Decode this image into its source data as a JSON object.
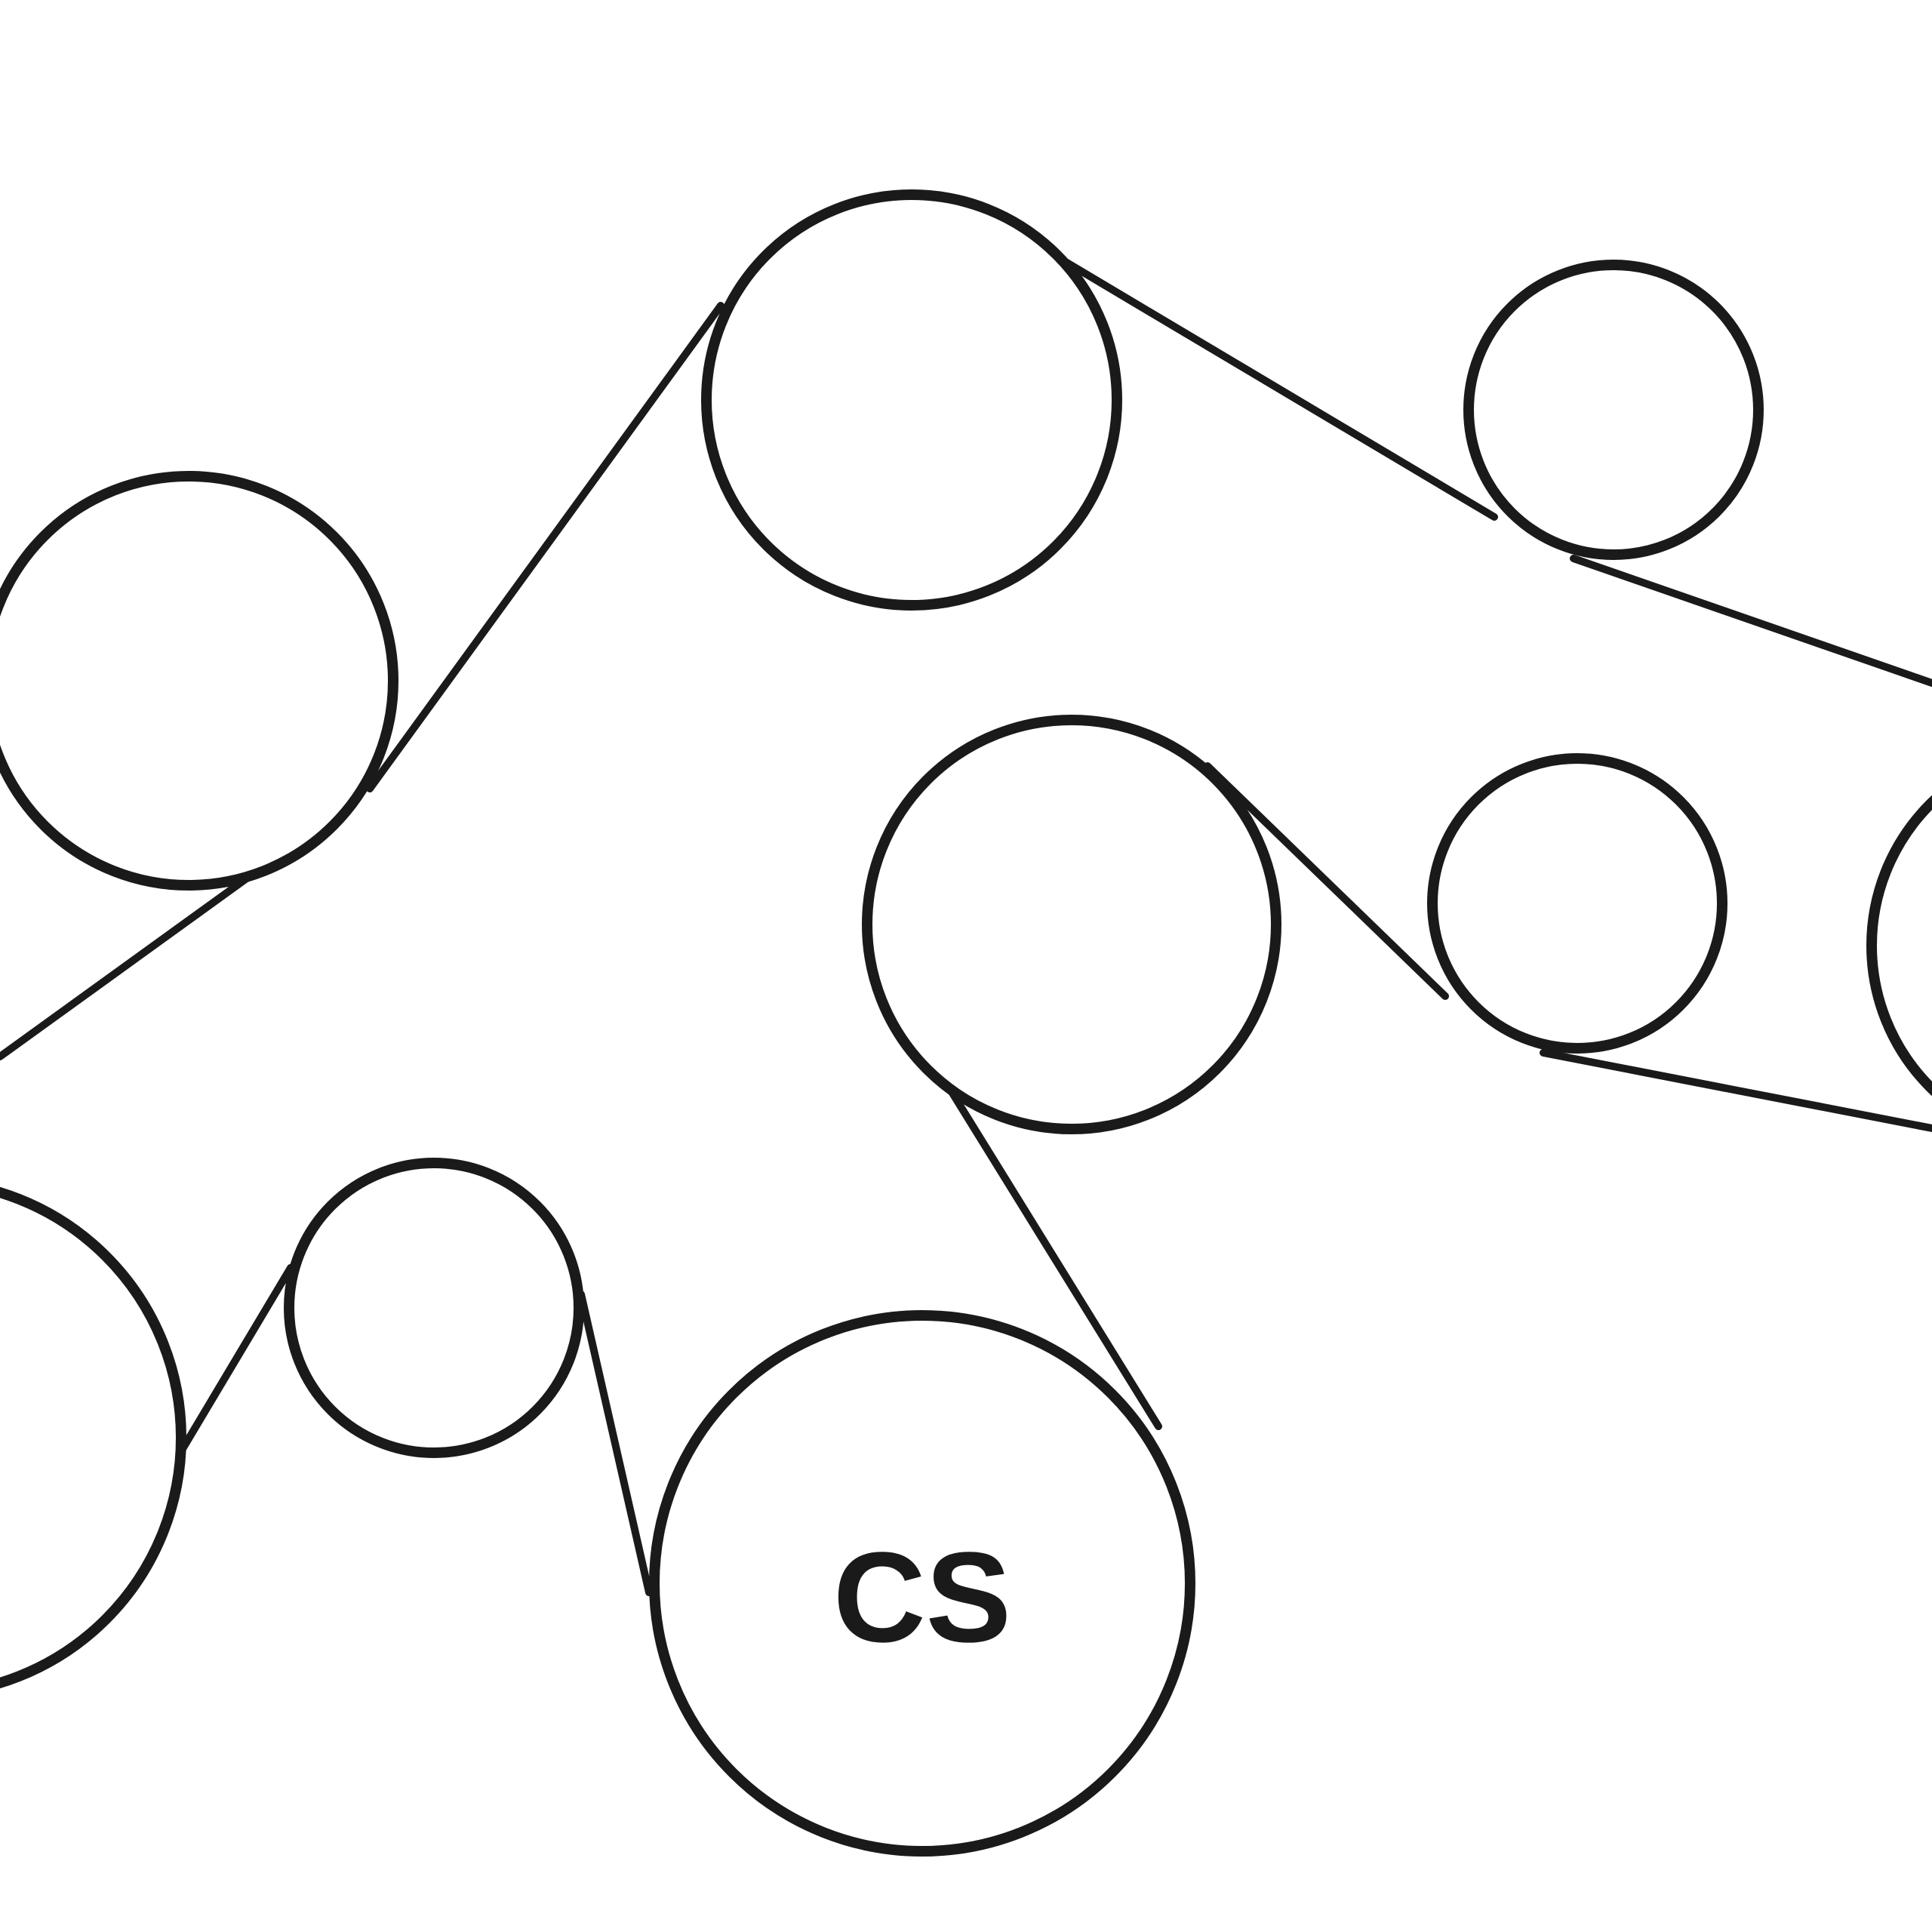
{
  "diagram": {
    "title": "",
    "pulleys": [
      {
        "id": "top-center",
        "label": ""
      },
      {
        "id": "left-upper",
        "label": ""
      },
      {
        "id": "top-right-idler",
        "label": ""
      },
      {
        "id": "center",
        "label": ""
      },
      {
        "id": "center-right-idler",
        "label": ""
      },
      {
        "id": "far-right",
        "label": ""
      },
      {
        "id": "bottom-left-idler",
        "label": ""
      },
      {
        "id": "far-left-lower",
        "label": ""
      },
      {
        "id": "crankshaft",
        "label": "CS"
      }
    ],
    "belt_color": "#1a1a1a",
    "background": "#ffffff"
  }
}
